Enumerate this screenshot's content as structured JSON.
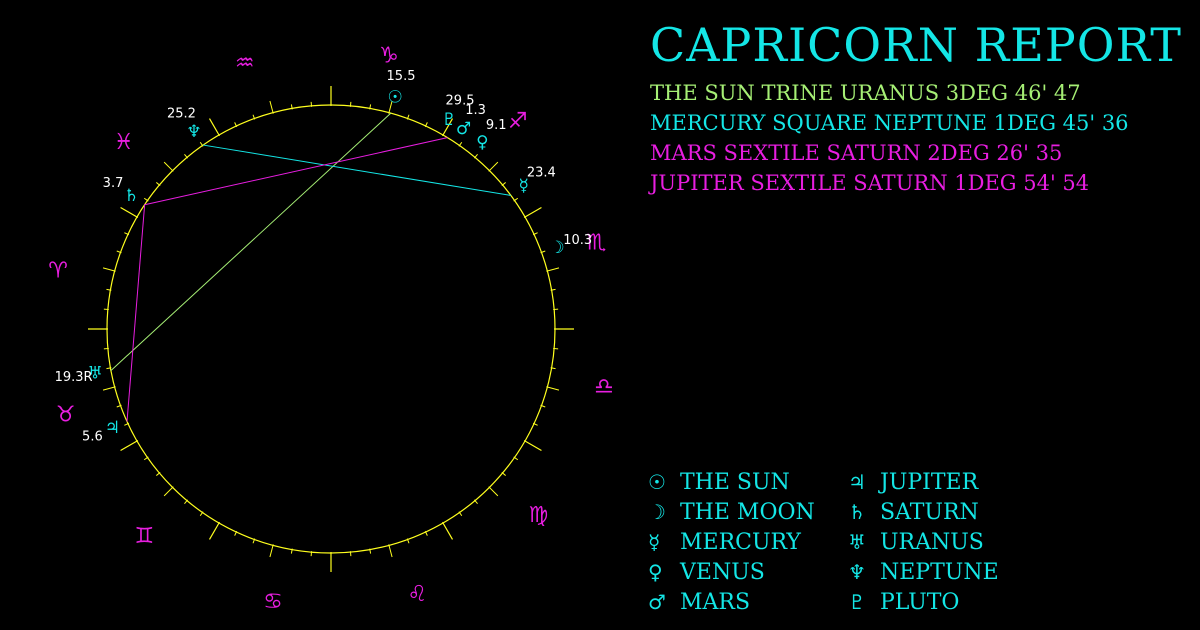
{
  "title": "CAPRICORN REPORT",
  "aspects": [
    {
      "text": "THE SUN TRINE URANUS 3DEG 46' 47",
      "color": "#a6ef75"
    },
    {
      "text": "MERCURY SQUARE NEPTUNE 1DEG 45' 36",
      "color": "#14e6e6"
    },
    {
      "text": "MARS SEXTILE SATURN 2DEG 26' 35",
      "color": "#e81ee0"
    },
    {
      "text": "JUPITER SEXTILE SATURN 1DEG 54' 54",
      "color": "#e81ee0"
    }
  ],
  "legend": [
    {
      "glyph": "☉",
      "label": "THE SUN"
    },
    {
      "glyph": "☽",
      "label": "THE MOON"
    },
    {
      "glyph": "☿",
      "label": "MERCURY"
    },
    {
      "glyph": "♀",
      "label": "VENUS"
    },
    {
      "glyph": "♂",
      "label": "MARS"
    },
    {
      "glyph": "♃",
      "label": "JUPITER"
    },
    {
      "glyph": "♄",
      "label": "SATURN"
    },
    {
      "glyph": "♅",
      "label": "URANUS"
    },
    {
      "glyph": "♆",
      "label": "NEPTUNE"
    },
    {
      "glyph": "♇",
      "label": "PLUTO"
    }
  ],
  "wheel": {
    "circle_color": "#ffff1e",
    "zodiac_color": "#e81ee0",
    "planet_color": "#14e6e6",
    "degree_color": "#ffffff",
    "signs": [
      {
        "glyph": "♑",
        "name": "capricorn-icon"
      },
      {
        "glyph": "♐",
        "name": "sagittarius-icon"
      },
      {
        "glyph": "♏",
        "name": "scorpio-icon"
      },
      {
        "glyph": "♎",
        "name": "libra-icon"
      },
      {
        "glyph": "♍",
        "name": "virgo-icon"
      },
      {
        "glyph": "♌",
        "name": "leo-icon"
      },
      {
        "glyph": "♋",
        "name": "cancer-icon"
      },
      {
        "glyph": "♊",
        "name": "gemini-icon"
      },
      {
        "glyph": "♉",
        "name": "taurus-icon"
      },
      {
        "glyph": "♈",
        "name": "aries-icon"
      },
      {
        "glyph": "♓",
        "name": "pisces-icon"
      },
      {
        "glyph": "♒",
        "name": "aquarius-icon"
      }
    ],
    "planets": [
      {
        "key": "sun",
        "glyph": "☉",
        "sign": "Capricorn",
        "degree": 15.5,
        "label": "15.5",
        "name": "sun-icon"
      },
      {
        "key": "moon",
        "glyph": "☽",
        "sign": "Scorpio",
        "degree": 10.3,
        "label": "10.3",
        "name": "moon-icon"
      },
      {
        "key": "mercury",
        "glyph": "☿",
        "sign": "Sagittarius",
        "degree": 23.4,
        "label": "23.4",
        "name": "mercury-icon"
      },
      {
        "key": "venus",
        "glyph": "♀",
        "sign": "Sagittarius",
        "degree": 9.1,
        "label": "9.1",
        "name": "venus-icon"
      },
      {
        "key": "mars",
        "glyph": "♂",
        "sign": "Sagittarius",
        "degree": 1.3,
        "label": "1.3",
        "name": "mars-icon"
      },
      {
        "key": "jupiter",
        "glyph": "♃",
        "sign": "Taurus",
        "degree": 5.6,
        "label": "5.6",
        "name": "jupiter-icon"
      },
      {
        "key": "saturn",
        "glyph": "♄",
        "sign": "Pisces",
        "degree": 3.7,
        "label": "3.7",
        "name": "saturn-icon"
      },
      {
        "key": "uranus",
        "glyph": "♅",
        "sign": "Taurus",
        "degree": 19.3,
        "label": "19.3R",
        "name": "uranus-icon"
      },
      {
        "key": "neptune",
        "glyph": "♆",
        "sign": "Pisces",
        "degree": 25.2,
        "label": "25.2",
        "name": "neptune-icon"
      },
      {
        "key": "pluto",
        "glyph": "♇",
        "sign": "Capricorn",
        "degree": 29.5,
        "label": "29.5",
        "name": "pluto-icon"
      }
    ],
    "aspect_lines": [
      {
        "from": "sun",
        "to": "uranus",
        "color": "#a6ef75"
      },
      {
        "from": "mercury",
        "to": "neptune",
        "color": "#14e6e6"
      },
      {
        "from": "mars",
        "to": "saturn",
        "color": "#e81ee0"
      },
      {
        "from": "jupiter",
        "to": "saturn",
        "color": "#e81ee0"
      }
    ]
  }
}
